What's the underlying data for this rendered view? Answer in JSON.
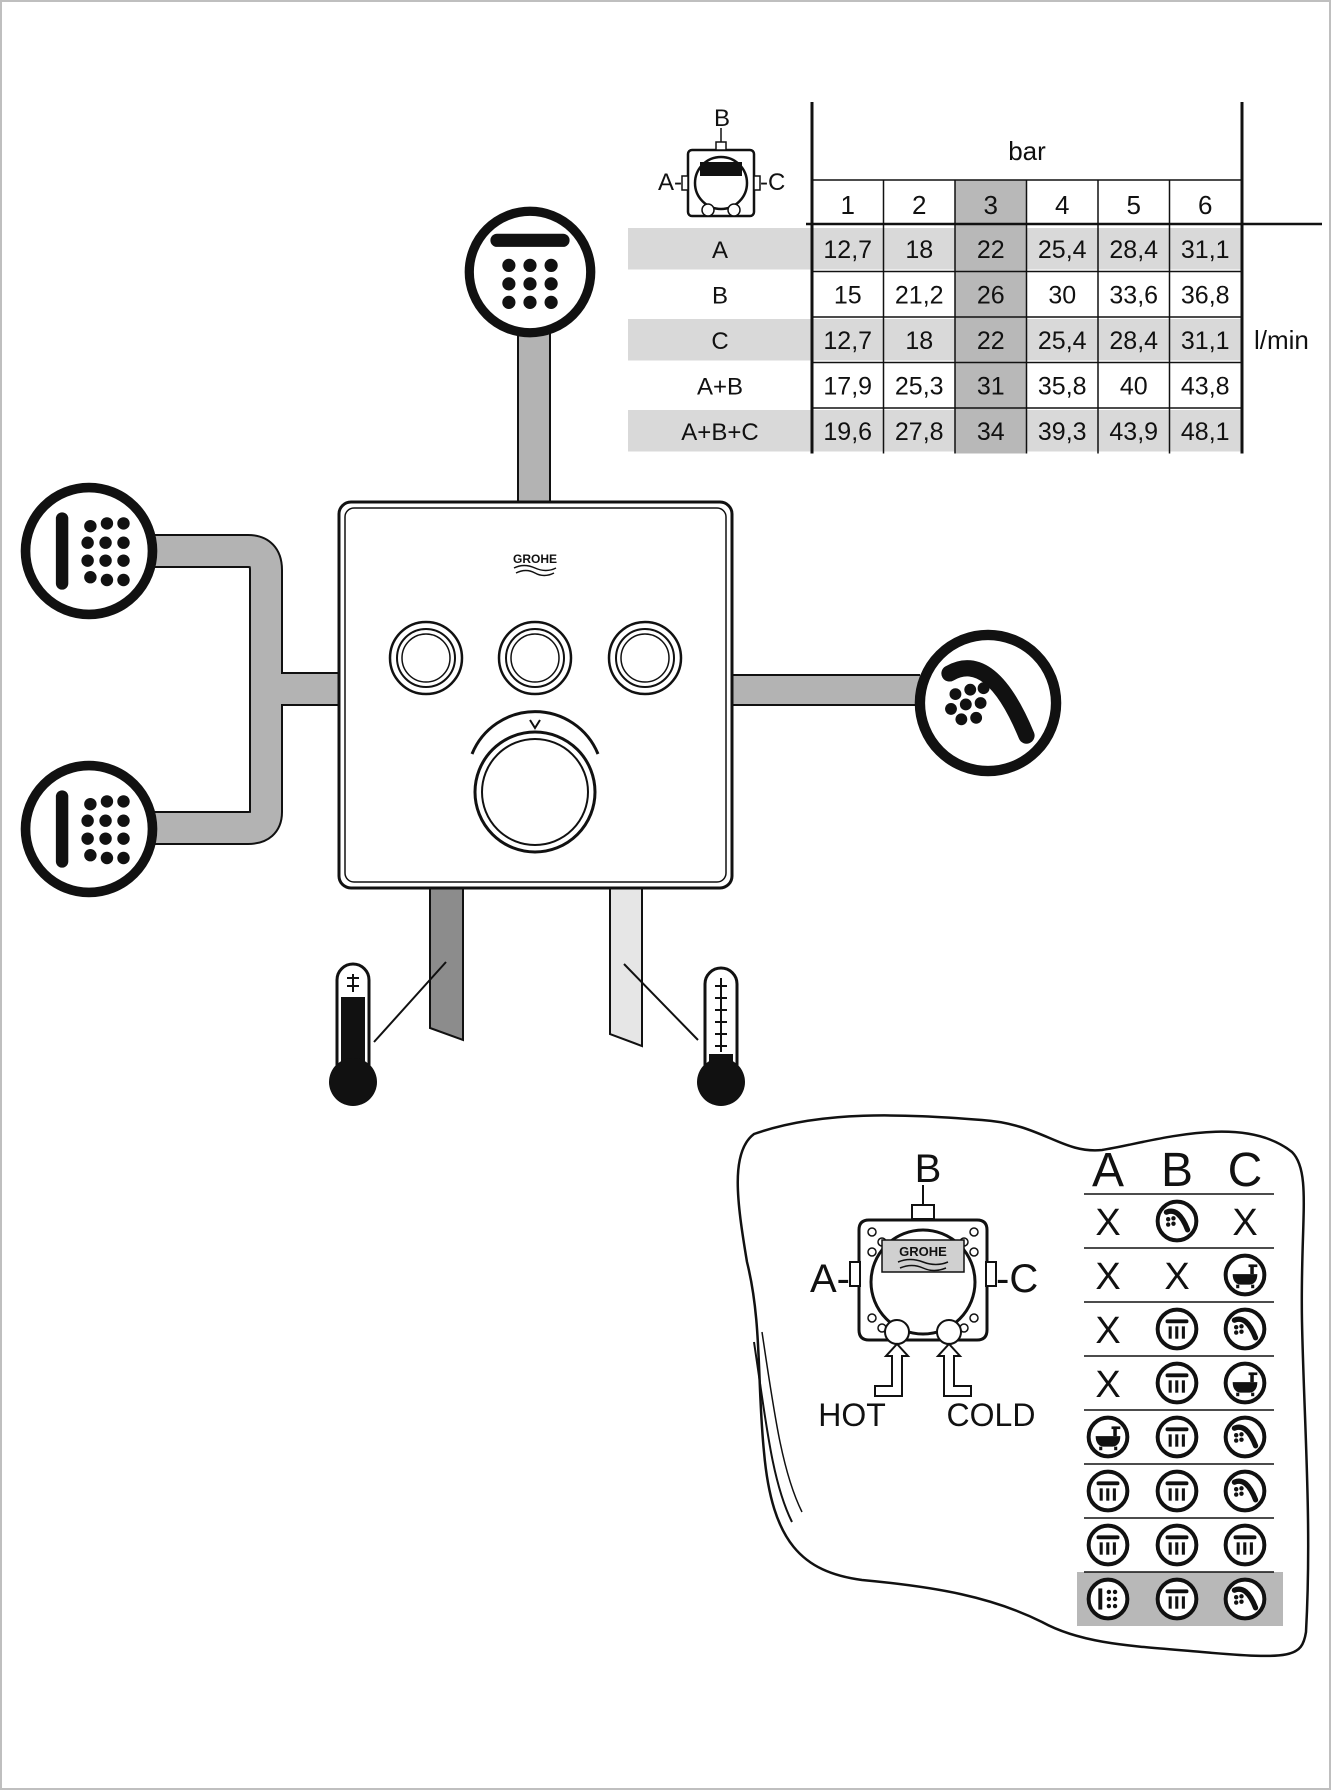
{
  "flow_table": {
    "unit_pressure": "bar",
    "unit_flow": "l/min",
    "key_labels": {
      "a": "A-",
      "b": "B",
      "c": "-C"
    },
    "pressures": [
      "1",
      "2",
      "3",
      "4",
      "5",
      "6"
    ],
    "highlight_pressure": "3",
    "rows": [
      {
        "outlet": "A",
        "values": [
          "12,7",
          "18",
          "22",
          "25,4",
          "28,4",
          "31,1"
        ],
        "shaded": true
      },
      {
        "outlet": "B",
        "values": [
          "15",
          "21,2",
          "26",
          "30",
          "33,6",
          "36,8"
        ],
        "shaded": false
      },
      {
        "outlet": "C",
        "values": [
          "12,7",
          "18",
          "22",
          "25,4",
          "28,4",
          "31,1"
        ],
        "shaded": true
      },
      {
        "outlet": "A+B",
        "values": [
          "17,9",
          "25,3",
          "31",
          "35,8",
          "40",
          "43,8"
        ],
        "shaded": false
      },
      {
        "outlet": "A+B+C",
        "values": [
          "19,6",
          "27,8",
          "34",
          "39,3",
          "43,9",
          "48,1"
        ],
        "shaded": true
      }
    ]
  },
  "mixer": {
    "brand": "GROHE",
    "outlets": [
      {
        "id": "head-shower",
        "icon": "head-shower-icon"
      },
      {
        "id": "body-jet-top",
        "icon": "body-jet-icon"
      },
      {
        "id": "body-jet-bottom",
        "icon": "body-jet-icon"
      },
      {
        "id": "hand-shower",
        "icon": "hand-shower-icon"
      }
    ],
    "supplies": [
      {
        "id": "hot",
        "thermometer": "hot-thermometer-icon"
      },
      {
        "id": "cold",
        "thermometer": "cold-thermometer-icon"
      }
    ]
  },
  "config_card": {
    "brand": "GROHE",
    "port_labels": {
      "a": "A-",
      "b": "B",
      "c": "-C"
    },
    "supply_labels": {
      "hot": "HOT",
      "cold": "COLD"
    },
    "columns": [
      "A",
      "B",
      "C"
    ],
    "rows": [
      [
        "x",
        "hand",
        "x"
      ],
      [
        "x",
        "x",
        "tub"
      ],
      [
        "x",
        "head",
        "hand"
      ],
      [
        "x",
        "head",
        "tub"
      ],
      [
        "tub",
        "head",
        "hand"
      ],
      [
        "head",
        "head",
        "hand"
      ],
      [
        "head",
        "head",
        "head"
      ],
      [
        "body",
        "head",
        "hand"
      ]
    ],
    "highlighted_row": 7,
    "x_mark": "X"
  },
  "colors": {
    "ink": "#111111",
    "pipe": "#b3b3b3",
    "shade": "#d9d9d9",
    "highlight": "#b8b8b8",
    "cold_pipe": "#e6e6e6",
    "hot_pipe": "#8c8c8c"
  }
}
